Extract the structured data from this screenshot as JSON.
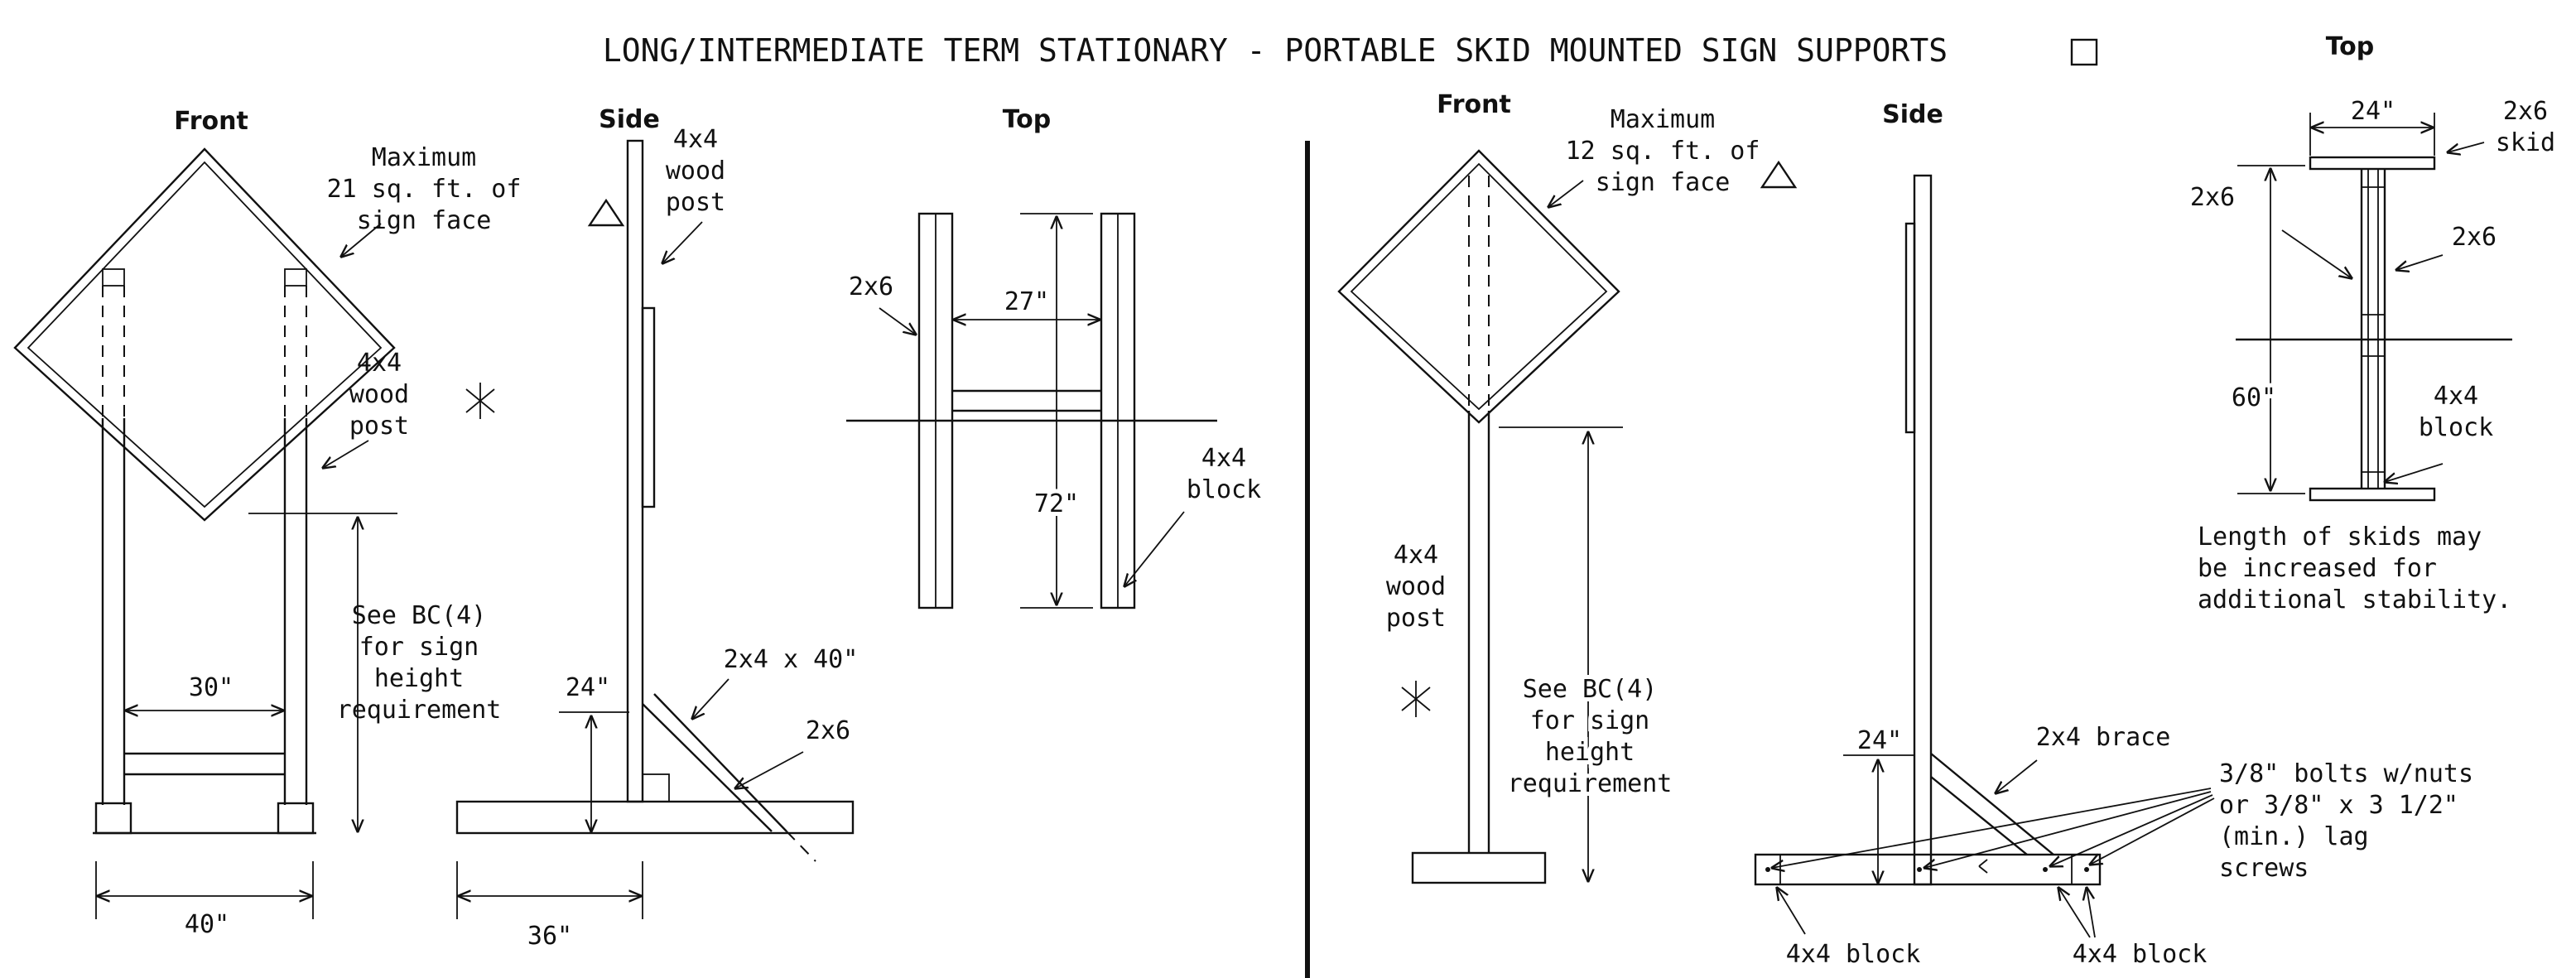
{
  "title": "LONG/INTERMEDIATE TERM STATIONARY - PORTABLE SKID MOUNTED SIGN SUPPORTS",
  "left": {
    "front": {
      "view_label": "Front",
      "max_note": [
        "Maximum",
        "21 sq. ft. of",
        "sign face"
      ],
      "post_note": [
        "4x4",
        "wood",
        "post"
      ],
      "height_note": [
        "See BC(4)",
        "for sign",
        "height",
        "requirement"
      ],
      "dim_post_spacing": "30\"",
      "dim_base_width": "40\""
    },
    "side": {
      "view_label": "Side",
      "post_note": [
        "4x4",
        "wood",
        "post"
      ],
      "brace_note": "2x4 x 40\"",
      "skid_note": "2x6",
      "dim_height": "24\"",
      "dim_length": "36\""
    },
    "top": {
      "view_label": "Top",
      "skid_note": "2x6",
      "dim_inner": "27\"",
      "dim_length": "72\"",
      "block_note": [
        "4x4",
        "block"
      ]
    }
  },
  "right": {
    "front": {
      "view_label": "Front",
      "max_note": [
        "Maximum",
        "12 sq. ft. of",
        "sign face"
      ],
      "post_note": [
        "4x4",
        "wood",
        "post"
      ],
      "height_note": [
        "See BC(4)",
        "for sign",
        "height",
        "requirement"
      ]
    },
    "side": {
      "view_label": "Side",
      "dim_height": "24\"",
      "brace_note": "2x4 brace",
      "bolt_note": [
        "3/8\" bolts w/nuts",
        "or 3/8\" x 3 1/2\"",
        "(min.) lag",
        "screws"
      ],
      "block_left": "4x4 block",
      "block_right": "4x4 block"
    },
    "top": {
      "view_label": "Top",
      "dim_width": "24\"",
      "skid_note": [
        "2x6",
        "skid"
      ],
      "member_left": "2x6",
      "member_right": "2x6",
      "dim_length": "60\"",
      "block_note": [
        "4x4",
        "block"
      ],
      "stability_note": [
        "Length of skids may",
        "be increased for",
        "additional stability."
      ]
    }
  }
}
